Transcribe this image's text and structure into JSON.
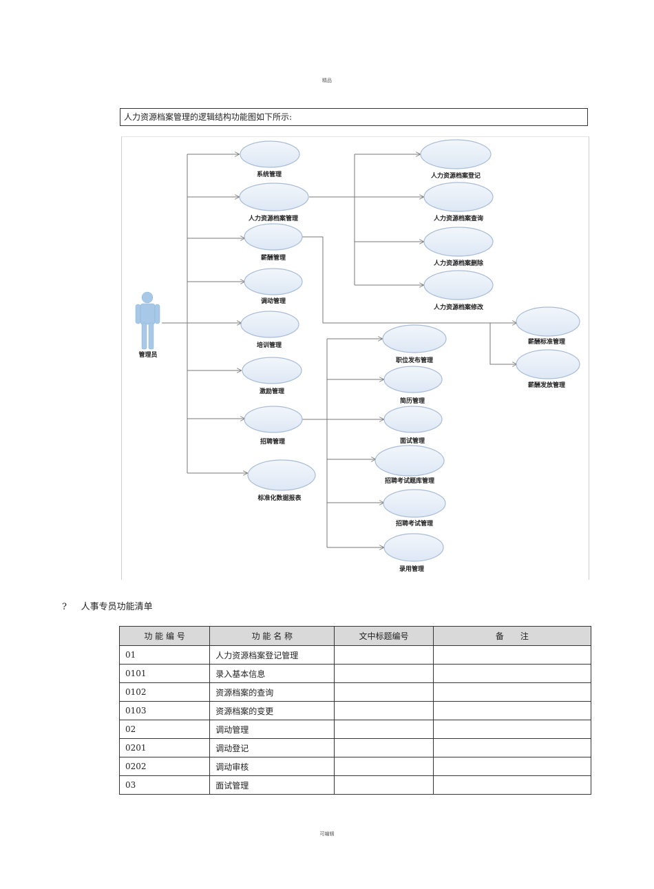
{
  "page": {
    "header_mark": "精品",
    "footer_mark": "可编辑",
    "caption": "人力资源档案管理的逻辑结构功能图如下所示:",
    "section_heading": "?     人事专员功能清单"
  },
  "diagram": {
    "actor": "管理员",
    "nodes": [
      "系统管理",
      "人力资源档案管理",
      "薪酬管理",
      "调动管理",
      "培训管理",
      "激励管理",
      "招聘管理",
      "标准化数据报表",
      "人力资源档案登记",
      "人力资源档案查询",
      "人力资源档案删除",
      "人力资源档案修改",
      "薪酬标准管理",
      "薪酬发放管理",
      "职位发布管理",
      "简历管理",
      "面试管理",
      "招聘考试题库管理",
      "招聘考试管理",
      "录用管理"
    ]
  },
  "table": {
    "headers": [
      "功 能 编 号",
      "功 能 名 称",
      "文中标题编号",
      "备　　注"
    ],
    "rows": [
      [
        "01",
        "人力资源档案登记管理",
        "",
        ""
      ],
      [
        "0101",
        "录入基本信息",
        "",
        ""
      ],
      [
        "0102",
        "资源档案的查询",
        "",
        ""
      ],
      [
        "0103",
        "资源档案的变更",
        "",
        ""
      ],
      [
        "02",
        "调动管理",
        "",
        ""
      ],
      [
        "0201",
        "调动登记",
        "",
        ""
      ],
      [
        "0202",
        "调动审核",
        "",
        ""
      ],
      [
        "03",
        "面试管理",
        "",
        ""
      ]
    ]
  }
}
